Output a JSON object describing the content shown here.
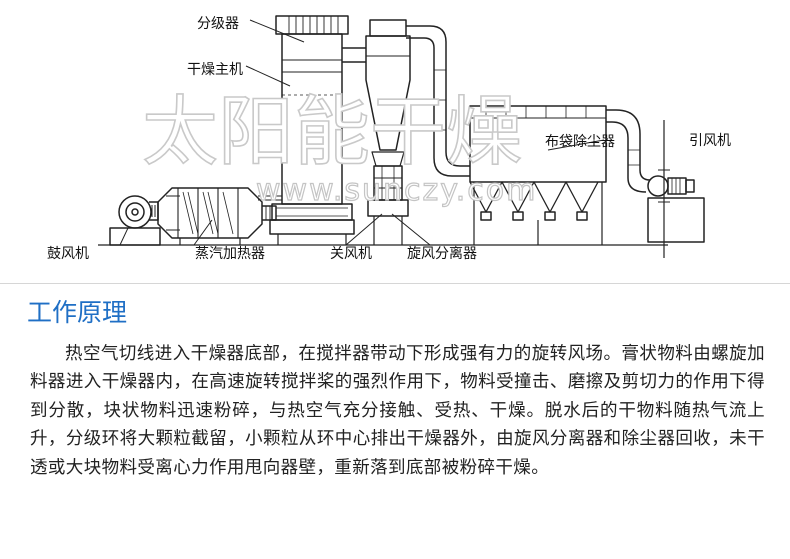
{
  "diagram": {
    "labels": {
      "classifier": "分级器",
      "dryer_main": "干燥主机",
      "bag_filter": "布袋除尘器",
      "induced_fan": "引风机",
      "blower": "鼓风机",
      "steam_heater": "蒸汽加热器",
      "rotary_valve": "关风机",
      "cyclone": "旋风分离器"
    },
    "watermark": {
      "text": "太阳能干燥",
      "url": "www.sunczy.com"
    }
  },
  "section": {
    "title": "工作原理",
    "body": "热空气切线进入干燥器底部，在搅拌器带动下形成强有力的旋转风场。膏状物料由螺旋加料器进入干燥器内，在高速旋转搅拌桨的强烈作用下，物料受撞击、磨擦及剪切力的作用下得到分散，块状物料迅速粉碎，与热空气充分接触、受热、干燥。脱水后的干物料随热气流上升，分级环将大颗粒截留，小颗粒从环中心排出干燥器外，由旋风分离器和除尘器回收，未干透或大块物料受离心力作用甩向器壁，重新落到底部被粉碎干燥。"
  }
}
